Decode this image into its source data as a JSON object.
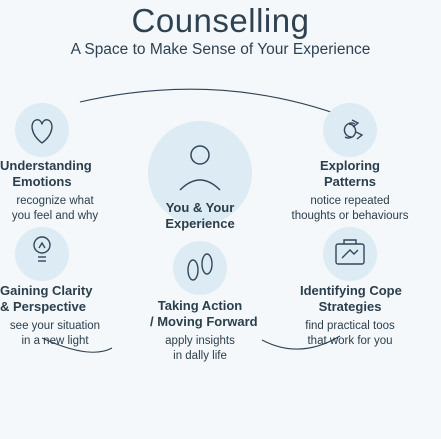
{
  "page": {
    "title": "Counselling",
    "subtitle": "A Space to Make Sense of Your Experience"
  },
  "steps": [
    {
      "heading": [
        "Understanding",
        "Emotions"
      ],
      "description": [
        "recognize what",
        "you feel and why"
      ],
      "icon": "heart-icon"
    },
    {
      "heading": [
        "You & Your",
        "Experience"
      ],
      "description": [],
      "icon": "person-icon"
    },
    {
      "heading": [
        "Exploring",
        "Patterns"
      ],
      "description": [
        "notice repeated",
        "thoughts or behaviours"
      ],
      "icon": "cycle-arrows-icon"
    },
    {
      "heading": [
        "Gaining Clarity",
        "& Perspective"
      ],
      "description": [
        "see your situation",
        "in a new light"
      ],
      "icon": "lightbulb-icon"
    },
    {
      "heading": [
        "Taking Action",
        "/ Moving Forward"
      ],
      "description": [
        "apply insights",
        "in dally life"
      ],
      "icon": "footprints-icon"
    },
    {
      "heading": [
        "Identifying Cope",
        "Strategies"
      ],
      "description": [
        "find practical toos",
        "that work for you"
      ],
      "icon": "toolbox-icon"
    }
  ],
  "colors": {
    "background": "#f4f8fa",
    "circle_fill": "#dcebf4",
    "icon_stroke": "#33475a",
    "connector": "#2f4252"
  }
}
